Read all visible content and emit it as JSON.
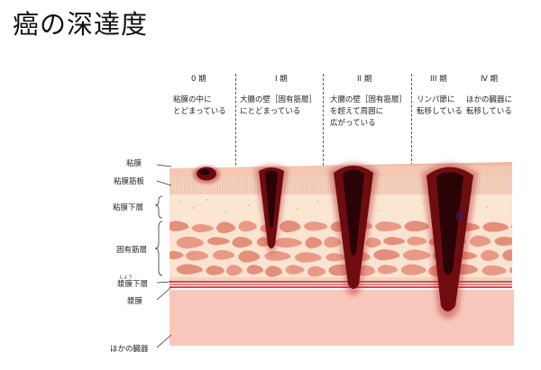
{
  "title": "癌の深達度",
  "stages": [
    {
      "name": "0 期",
      "lines": [
        "粘膜の中に",
        "とどまっている"
      ]
    },
    {
      "name": "I 期",
      "lines": [
        "大腸の壁［固有筋層］",
        "にとどまっている"
      ]
    },
    {
      "name": "II 期",
      "lines": [
        "大腸の壁［固有筋層］",
        "を超えて周囲に",
        "広がっている"
      ]
    },
    {
      "name": "III 期",
      "lines": [
        "リンパ節に",
        "転移している"
      ]
    },
    {
      "name": "Ⅳ 期",
      "lines": [
        "ほかの臓器に",
        "転移している"
      ]
    }
  ],
  "layers": [
    {
      "label": "粘膜"
    },
    {
      "label": "粘膜筋板"
    },
    {
      "label": "粘膜下層"
    },
    {
      "label": "固有筋層"
    },
    {
      "label": "漿膜下層",
      "ruby": "しょう"
    },
    {
      "label": "漿膜"
    },
    {
      "label": "ほかの臓器"
    }
  ],
  "colors": {
    "mucosa": "#f4c7b0",
    "muscularis_mucosae": "#f7dcc9",
    "submucosa": "#fbe6d2",
    "muscle_cells": "#e89a86",
    "muscle_gaps": "#fbe3d1",
    "serosa_lines": "#d04a4a",
    "other_organ": "#f8c7bb",
    "tumor": "#6e0c10"
  }
}
